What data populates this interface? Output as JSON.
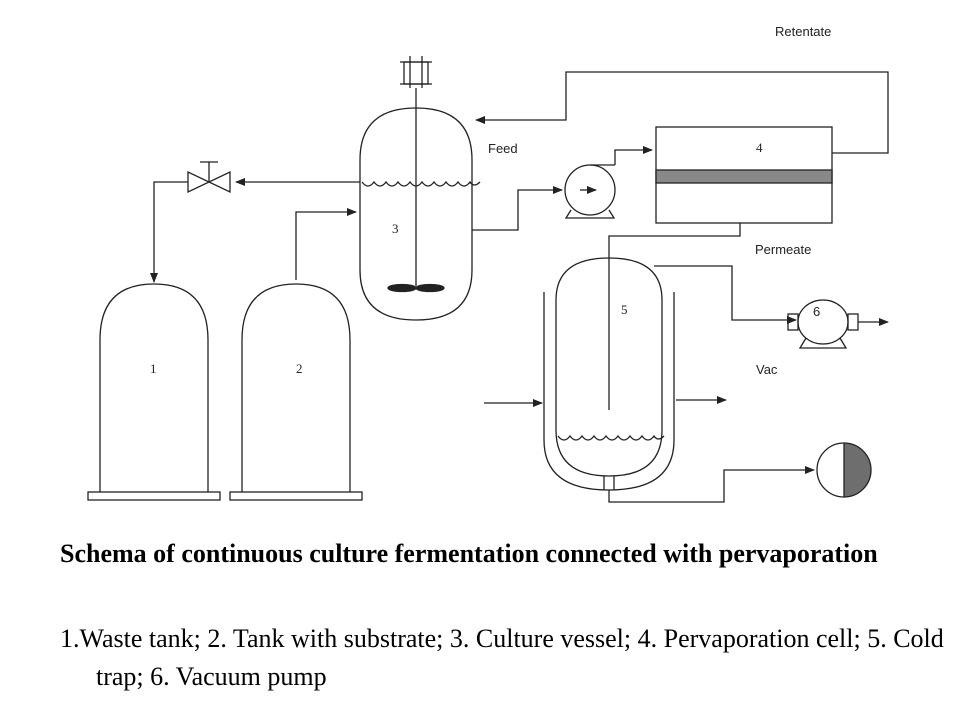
{
  "labels": {
    "retentate": "Retentate",
    "feed": "Feed",
    "permeate": "Permeate",
    "vac": "Vac"
  },
  "components": [
    {
      "id": "waste-tank",
      "number": "1"
    },
    {
      "id": "substrate-tank",
      "number": "2"
    },
    {
      "id": "culture-vessel",
      "number": "3"
    },
    {
      "id": "pervaporation-cell",
      "number": "4"
    },
    {
      "id": "cold-trap",
      "number": "5"
    },
    {
      "id": "vacuum-pump",
      "number": "6"
    }
  ],
  "caption": {
    "title": "Schema of continuous culture fermentation connected with pervaporation",
    "legend": "1.Waste tank; 2. Tank with substrate; 3. Culture vessel; 4. Pervaporation cell; 5. Cold trap; 6. Vacuum pump"
  },
  "colors": {
    "line": "#222222",
    "membrane": "#888888",
    "gauge_fill": "#6e6e6e"
  }
}
